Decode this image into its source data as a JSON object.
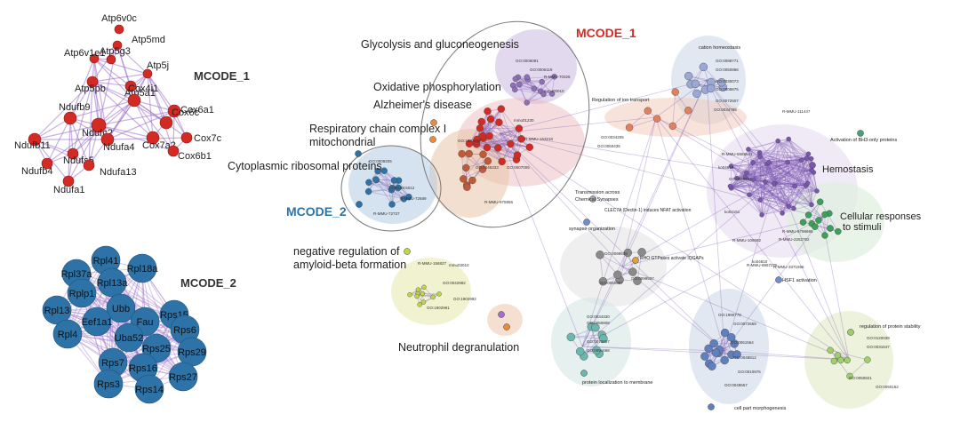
{
  "panels": {
    "left_top_cluster_label": "MCODE_1",
    "left_bottom_cluster_label": "MCODE_2",
    "center_mcode1_label": "MCODE_1",
    "center_mcode2_label": "MCODE_2"
  },
  "colors": {
    "mcode1_node": "#d42a24",
    "mcode2_node": "#2e73a8",
    "edge": "#9b6fc9",
    "mcode1_label": "#d42a24",
    "mcode2_label": "#2e73a8"
  },
  "mcode1_genes": [
    "Atp6v0c",
    "Atp5md",
    "Atp6v1e1",
    "Atp5g3",
    "Atp5j",
    "Atp5pb",
    "Atp5a1",
    "Cox4i1",
    "Cox6a1",
    "Cox6c",
    "Ndufb9",
    "Ndufc2",
    "Cox7a2",
    "Cox7c",
    "Ndufb11",
    "Ndufa4",
    "Ndufs5",
    "Cox6b1",
    "Ndufb4",
    "Ndufa13",
    "Ndufa1"
  ],
  "mcode2_genes": [
    "Rpl41",
    "Rpl37a",
    "Rpl18a",
    "Rpl13a",
    "Rplp1",
    "Ubb",
    "Rpl13",
    "Eef1a1",
    "Fau",
    "Rps15",
    "Rpl4",
    "Uba52",
    "Rps6",
    "Rps25",
    "Rps29",
    "Rps7",
    "Rps16",
    "Rps27",
    "Rps3",
    "Rps14"
  ],
  "enrichment_labels": {
    "glycolysis": "Glycolysis and gluconeogenesis",
    "oxphos": "Oxidative phosphorylation",
    "alzheimers": "Alzheimer's disease",
    "resp_chain": "Respiratory chain complex I",
    "mito": "mitochondrial",
    "ribosomal": "Cytoplasmic ribosomal proteins",
    "neg_reg1": "negative regulation of",
    "neg_reg2": "amyloid-beta formation",
    "neutrophil": "Neutrophil degranulation",
    "hemostasis": "Hemostasis",
    "cell_resp1": "Cellular responses",
    "cell_resp2": "to stimuli"
  },
  "small_labels": {
    "cation": "cation homeostasis",
    "reg_ion": "Regulation of ion transport",
    "bh3": "Activation of BH3-only proteins",
    "transmission1": "Transmission across",
    "transmission2": "Chemical Synapses",
    "clec7a": "CLEC7A (Dectin-1) induces NFAT activation",
    "synapse": "synapse organization",
    "rho": "RHO GTPases activate IQGAPs",
    "hsf1": "HSF1 activation",
    "protein_loc": "protein localization to membrane",
    "stability": "regulation of protein stability",
    "morpho": "cell part morphogenesis"
  },
  "micro_labels": [
    "GO:0098771",
    "GO:0050896",
    "GO:0030073",
    "GO:0006875",
    "GO:0072507",
    "GO:0034765",
    "R-MMU-111447",
    "GO:0006091",
    "GO:0006119",
    "R-MMU-70326",
    "mmu00010",
    "mmu01230",
    "R-MMU-163210",
    "GO:1902600",
    "GO:0007005",
    "GO:0045333",
    "GO:0009205",
    "CORUM:5012",
    "R-MMU-72689",
    "R-MMU-72737",
    "R-MMU-975956",
    "R-MMU-156827",
    "mmu03010",
    "GO:0042982",
    "GO:1902992",
    "GO:1902991",
    "GO:0034205",
    "GO:0050435",
    "GO:0099536",
    "GO:0099537",
    "GO:0050807",
    "GO:0034330",
    "GO:0050808",
    "GO:0072657",
    "GO:0051668",
    "GO:1990778",
    "GO:0072659",
    "GO:0061564",
    "GO:0048812",
    "GO:0010975",
    "GO:0048667",
    "GO:0120039",
    "GO:0031647",
    "GO:0050821",
    "GO:0050162",
    "GO:0045861",
    "R-MMU-109582",
    "R-MMU-8957275",
    "R-MMU-3371556",
    "R-MMU-2262752",
    "R-MMU-6798695",
    "R-MMU-5668541",
    "ko04610",
    "ko04151",
    "ko04810"
  ]
}
